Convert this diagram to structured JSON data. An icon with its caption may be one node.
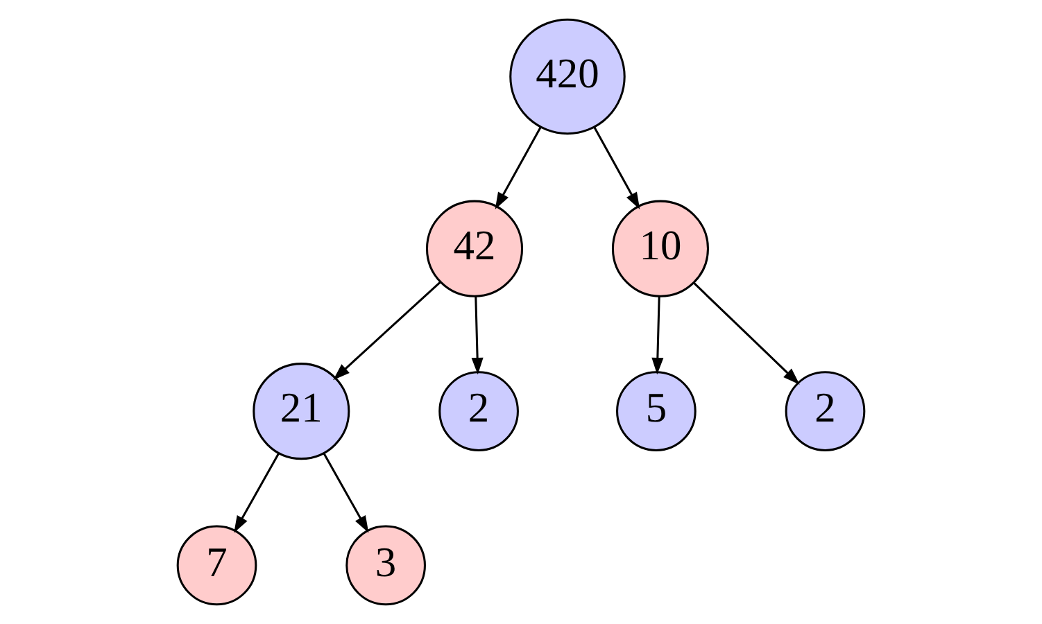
{
  "diagram": {
    "nodes": [
      {
        "text": [
          "420"
        ]
      },
      {
        "text": [
          "42"
        ]
      },
      {
        "text": [
          "10"
        ]
      },
      {
        "text": [
          "21"
        ]
      },
      {
        "text": [
          "2"
        ]
      },
      {
        "text": [
          "5"
        ]
      },
      {
        "text": [
          "2"
        ]
      },
      {
        "text": [
          "7"
        ]
      },
      {
        "text": [
          "3"
        ]
      }
    ],
    "edges": [
      {
        "from": 0,
        "to": 1,
        "arrow": "to"
      },
      {
        "from": 0,
        "to": 2,
        "arrow": "to"
      },
      {
        "from": 1,
        "to": 3,
        "arrow": "to"
      },
      {
        "from": 1,
        "to": 4,
        "arrow": "to"
      },
      {
        "from": 2,
        "to": 5,
        "arrow": "to"
      },
      {
        "from": 2,
        "to": 6,
        "arrow": "to"
      },
      {
        "from": 3,
        "to": 7,
        "arrow": "to"
      },
      {
        "from": 3,
        "to": 8,
        "arrow": "to"
      }
    ]
  }
}
